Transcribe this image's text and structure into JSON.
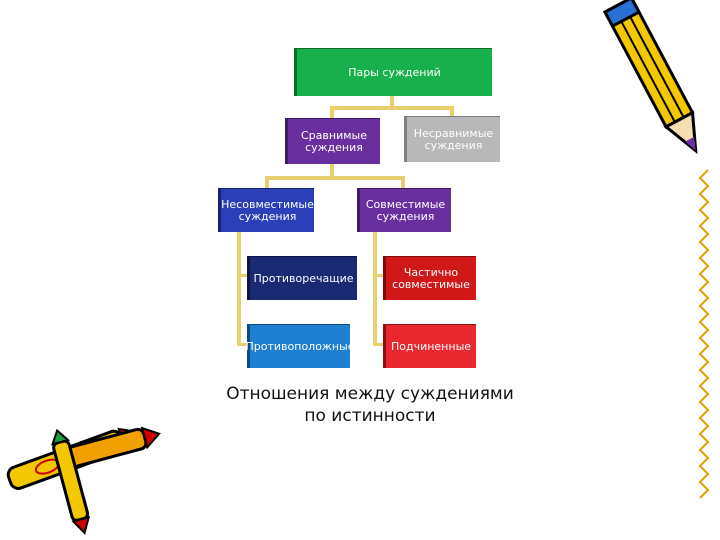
{
  "diagram": {
    "nodes": [
      {
        "id": "root",
        "label": "Пары суждений",
        "color": "#18b04c",
        "edge": "#0d6b2c"
      },
      {
        "id": "comparable",
        "label": "Сравнимые\nсуждения",
        "color": "#6a2f9e",
        "edge": "#3f1b60"
      },
      {
        "id": "incomparable",
        "label": "Несравнимые\nсуждения",
        "color": "#b8b8b8",
        "edge": "#808080"
      },
      {
        "id": "incompatible",
        "label": "Несовместимые\nсуждения",
        "color": "#2a3fb8",
        "edge": "#16226e"
      },
      {
        "id": "compatible",
        "label": "Совместимые\nсуждения",
        "color": "#6a2f9e",
        "edge": "#3f1b60"
      },
      {
        "id": "contradictory",
        "label": "Противоречащие",
        "color": "#1a2a72",
        "edge": "#0d1540"
      },
      {
        "id": "contrary",
        "label": "Противоположные",
        "color": "#1f7fd0",
        "edge": "#0f4a80"
      },
      {
        "id": "partial",
        "label": "Частично\nсовместимые",
        "color": "#d01818",
        "edge": "#7a0c0c"
      },
      {
        "id": "subordinate",
        "label": "Подчиненные",
        "color": "#e8282e",
        "edge": "#8a1014"
      }
    ],
    "connector_color": "#e8d070"
  },
  "caption": "Отношения между суждениями\nпо истинности",
  "decorations": [
    "pencil-icon",
    "crayons-icon",
    "zigzag-border"
  ]
}
